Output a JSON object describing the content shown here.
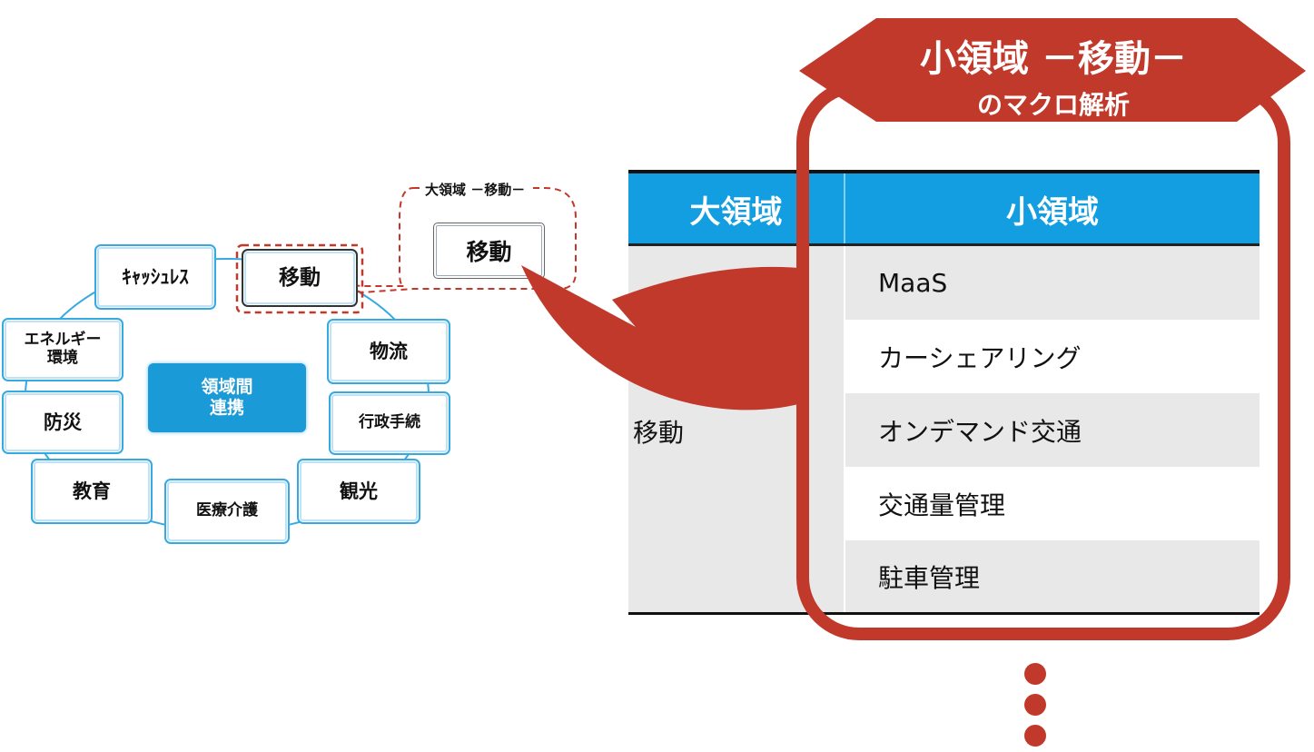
{
  "diagram": {
    "center_label": "領域間\n連携",
    "nodes": {
      "cashless": "ｷｬｯｼｭﾚｽ",
      "mobility": "移動",
      "energy": "エネルギー\n環境",
      "logistics": "物流",
      "disaster": "防災",
      "administration": "行政手続",
      "education": "教育",
      "tourism": "観光",
      "medical": "医療介護"
    },
    "bubble": {
      "label": "大領域 －移動－",
      "node": "移動"
    }
  },
  "banner": {
    "line1": "小領域 －移動－",
    "line2": "のマクロ解析"
  },
  "table": {
    "headers": {
      "major": "大領域",
      "minor": "小領域"
    },
    "major_value": "移動",
    "rows": [
      "MaaS",
      "カーシェアリング",
      "オンデマンド交通",
      "交通量管理",
      "駐車管理"
    ]
  },
  "colors": {
    "accent_red": "#c0392b",
    "header_blue": "#129ee0",
    "node_border": "#36a9e1",
    "row_gray": "#e8e8e8"
  }
}
